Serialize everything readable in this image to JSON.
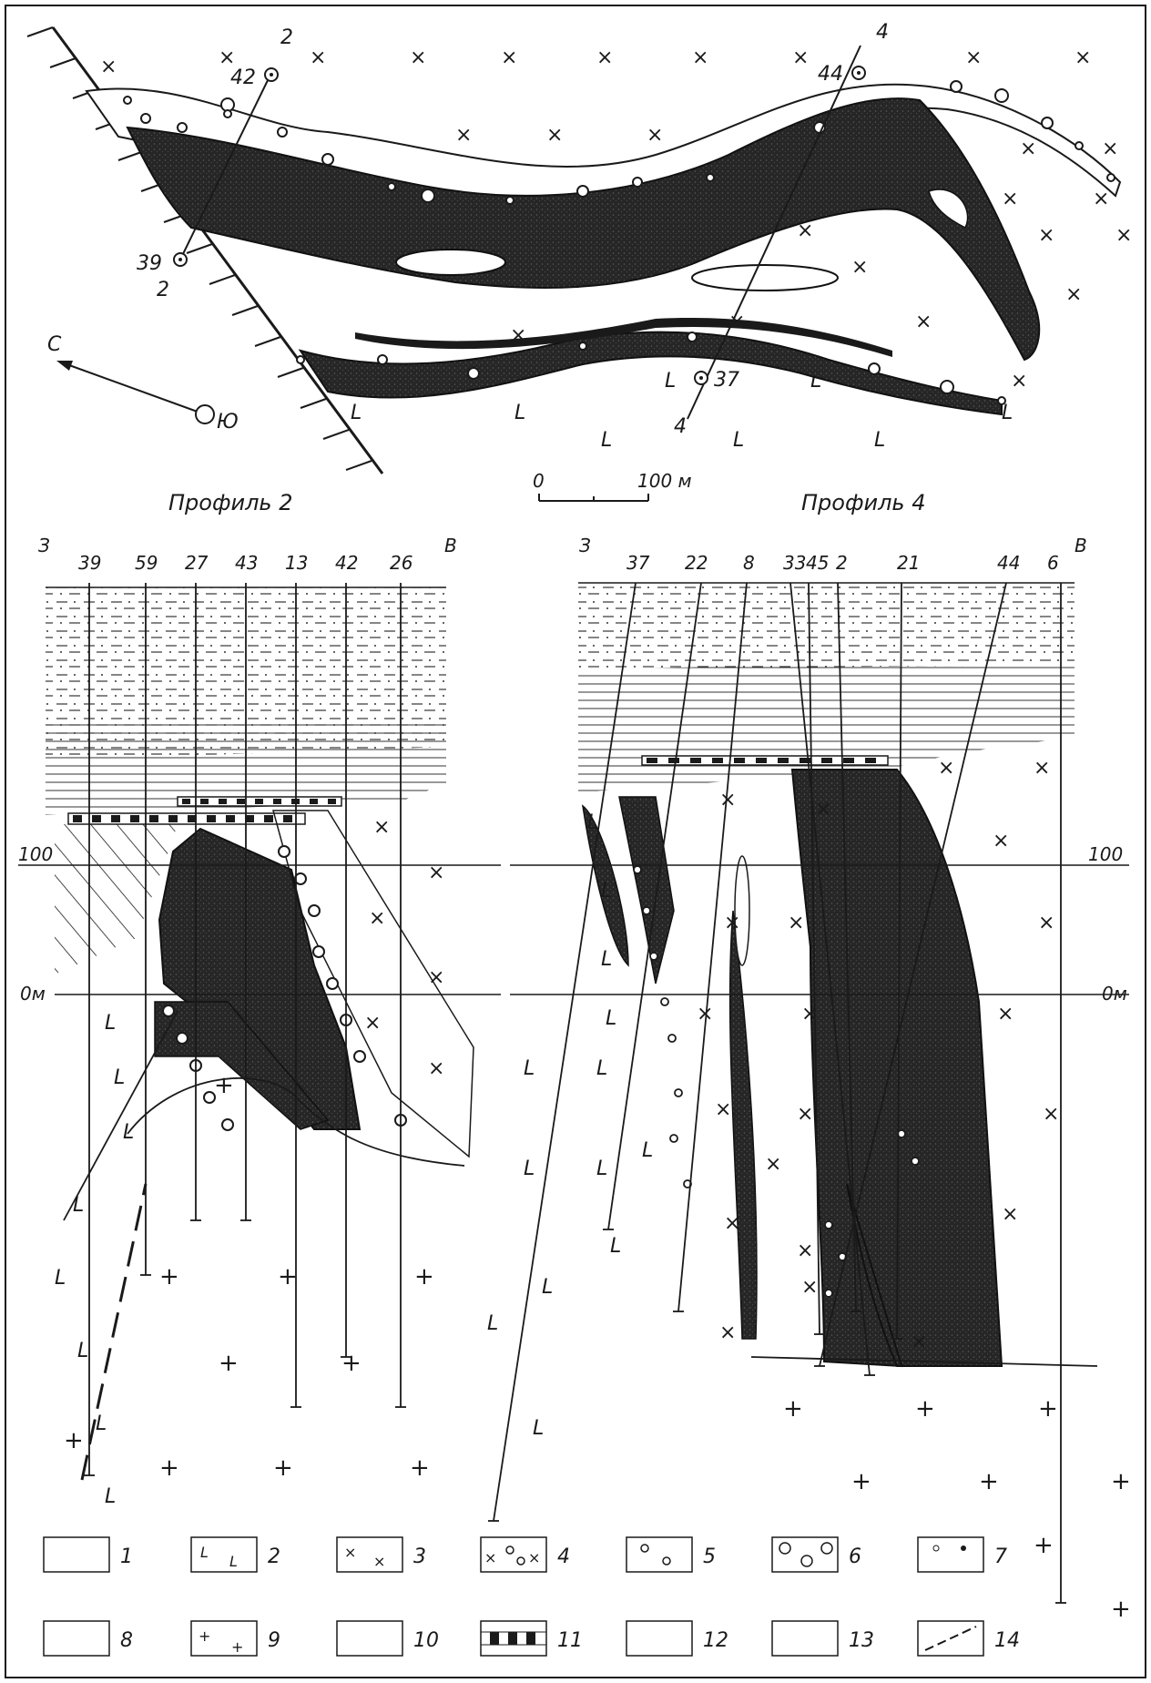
{
  "map": {
    "boreholes": [
      {
        "id": "42"
      },
      {
        "id": "39"
      },
      {
        "id": "44"
      },
      {
        "id": "37"
      }
    ],
    "profile_marks": [
      "2",
      "2",
      "4",
      "4"
    ],
    "north": "С",
    "south": "Ю",
    "scale": {
      "zero": "0",
      "end": "100 м"
    }
  },
  "profile2": {
    "title": "Профиль 2",
    "west": "З",
    "east": "В",
    "boreholes": [
      "39",
      "59",
      "27",
      "43",
      "13",
      "42",
      "26"
    ],
    "levels": [
      "100",
      "0м"
    ]
  },
  "profile4": {
    "title": "Профиль 4",
    "west": "З",
    "east": "В",
    "boreholes": [
      "37",
      "22",
      "8",
      "33",
      "45",
      "2",
      "21",
      "44",
      "6"
    ],
    "levels": [
      "100",
      "0м"
    ]
  },
  "legend": [
    {
      "num": "1"
    },
    {
      "num": "2"
    },
    {
      "num": "3"
    },
    {
      "num": "4"
    },
    {
      "num": "5"
    },
    {
      "num": "6"
    },
    {
      "num": "7"
    },
    {
      "num": "8"
    },
    {
      "num": "9"
    },
    {
      "num": "10"
    },
    {
      "num": "11"
    },
    {
      "num": "12"
    },
    {
      "num": "13"
    },
    {
      "num": "14"
    }
  ]
}
